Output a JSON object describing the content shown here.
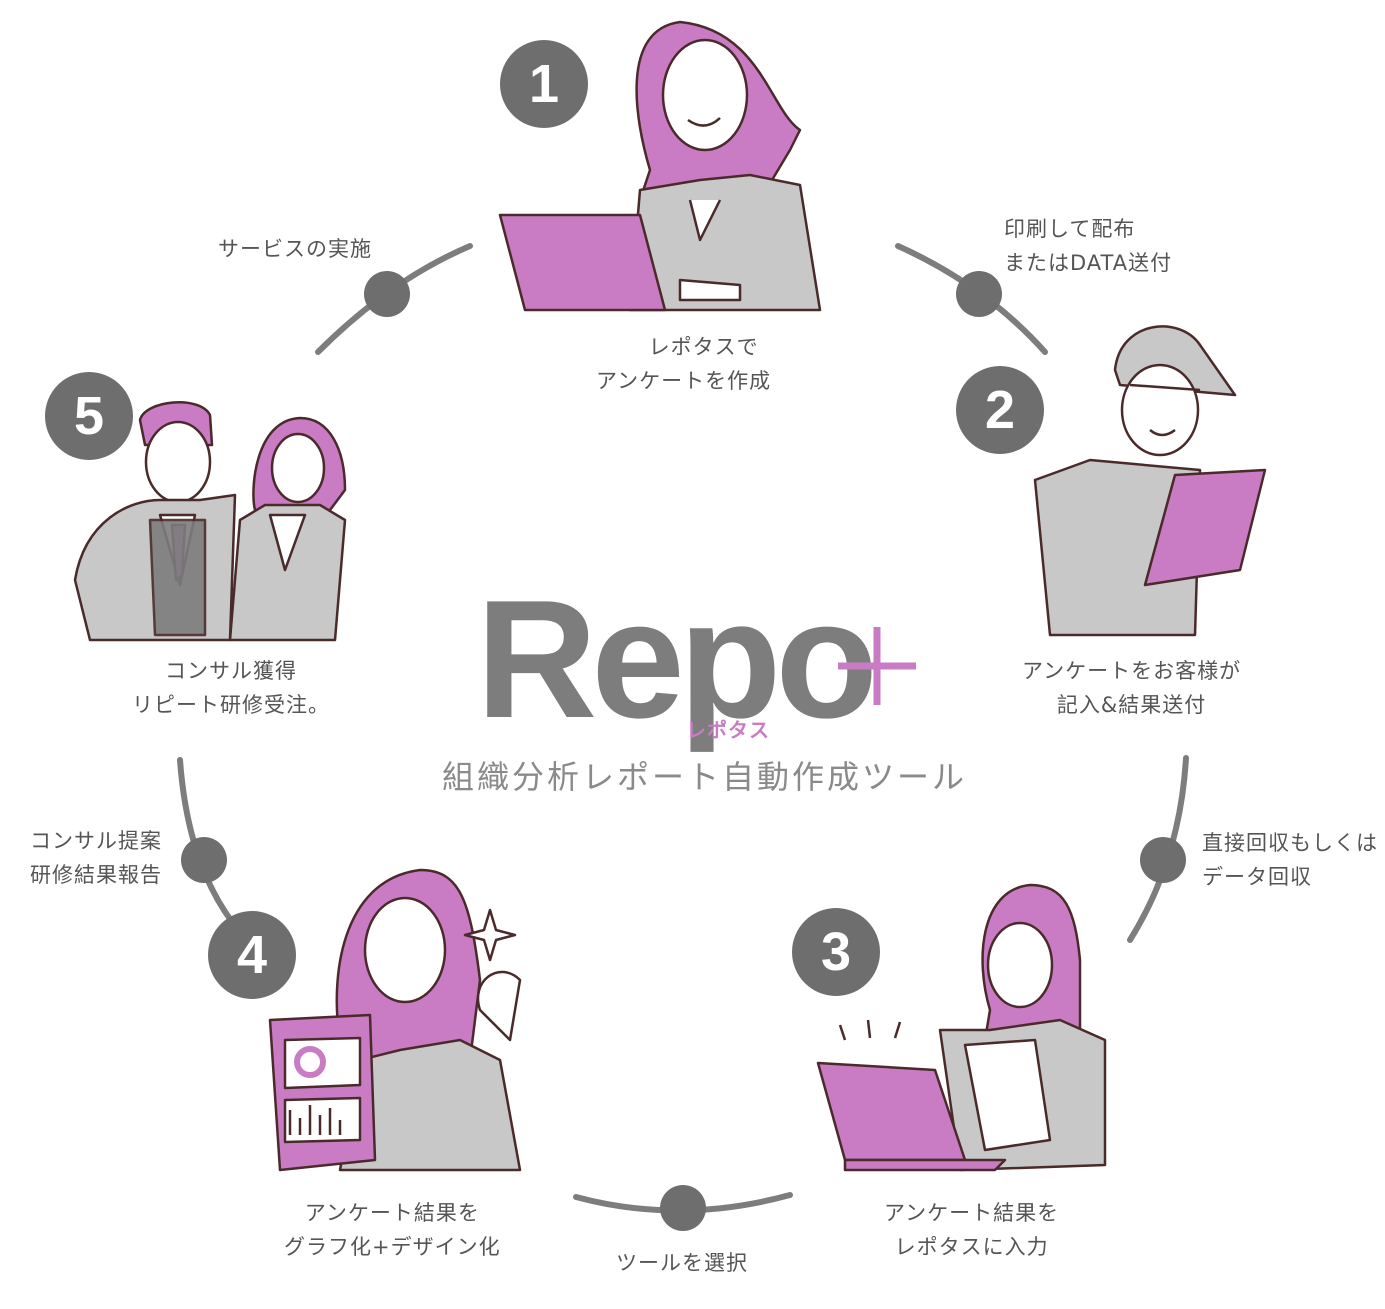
{
  "colors": {
    "accent": "#c97cc4",
    "gray": "#7d7d7d",
    "dark": "#6e6e6e"
  },
  "logo": {
    "text": "Repo",
    "kana": "レポタス",
    "tagline": "組織分析レポート自動作成ツール"
  },
  "steps": [
    {
      "number": "1",
      "lines": [
        "レポタスで",
        "アンケートを作成"
      ]
    },
    {
      "number": "2",
      "lines": [
        "アンケートをお客様が",
        "記入&結果送付"
      ]
    },
    {
      "number": "3",
      "lines": [
        "アンケート結果を",
        "レポタスに入力"
      ]
    },
    {
      "number": "4",
      "lines": [
        "アンケート結果を",
        "グラフ化+デザイン化"
      ]
    },
    {
      "number": "5",
      "lines": [
        "コンサル獲得",
        "リピート研修受注。"
      ]
    }
  ],
  "transitions": {
    "t12": [
      "印刷して配布",
      "またはDATA送付"
    ],
    "t23": [
      "直接回収もしくは",
      "データ回収"
    ],
    "t34": [
      "ツールを選択"
    ],
    "t45": [
      "コンサル提案",
      "研修結果報告"
    ],
    "t51": [
      "サービスの実施"
    ]
  }
}
